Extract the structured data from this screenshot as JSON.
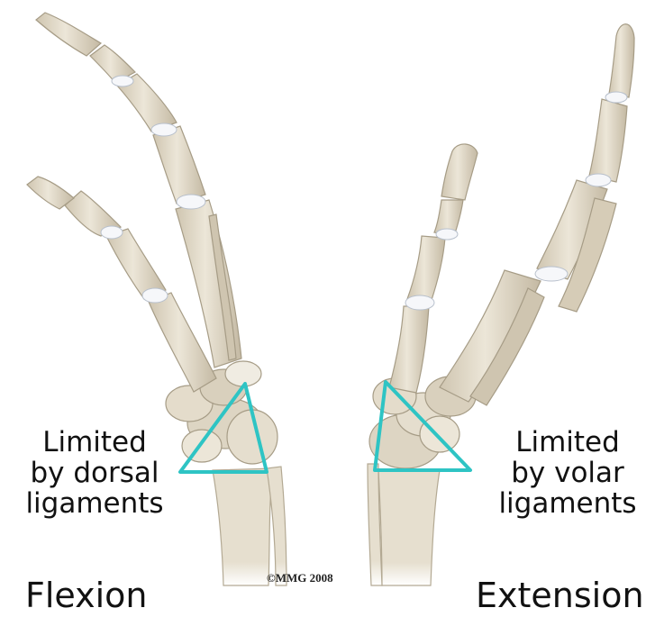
{
  "labels": {
    "left_callout": [
      "Limited",
      "by dorsal",
      "ligaments"
    ],
    "right_callout": [
      "Limited",
      "by volar",
      "ligaments"
    ],
    "left_caption": "Flexion",
    "right_caption": "Extension",
    "copyright": "©MMG 2008"
  },
  "colors": {
    "bone_fill": "#e4dccb",
    "bone_shadow": "#c9bfa9",
    "bone_outline": "#a69c86",
    "cartilage": "#f6f7fa",
    "ligament_triangle": "#2ec4c4",
    "text": "#111111",
    "background": "#ffffff"
  }
}
